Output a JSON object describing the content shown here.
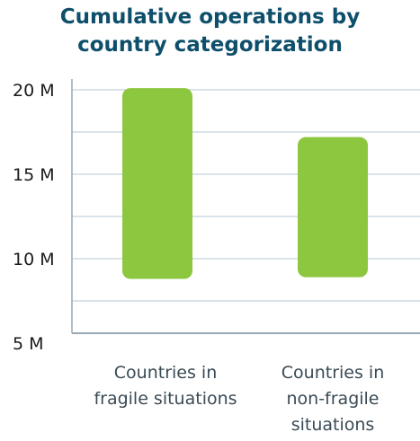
{
  "chart_data": {
    "type": "bar",
    "title_lines": [
      "Cumulative operations by",
      "country categorization"
    ],
    "categories": [
      [
        "Countries in",
        "fragile situations"
      ],
      [
        "Countries in",
        "non-fragile",
        "situations"
      ]
    ],
    "floating_ranges": [
      {
        "low": 8.8,
        "high": 20.1
      },
      {
        "low": 8.9,
        "high": 17.2
      }
    ],
    "y_ticks": [
      {
        "value": 5,
        "label": "5 M"
      },
      {
        "value": 10,
        "label": "10 M"
      },
      {
        "value": 15,
        "label": "15 M"
      },
      {
        "value": 20,
        "label": "20 M"
      }
    ],
    "gridline_values": [
      7.5,
      10,
      12.5,
      15,
      17.5,
      20
    ],
    "ylim": [
      5,
      21
    ],
    "grid": true,
    "bar_color": "#8dc63f",
    "grid_color": "#b5c7d3",
    "axis_color": "#9aaab5",
    "title_color": "#0e4f6b"
  }
}
